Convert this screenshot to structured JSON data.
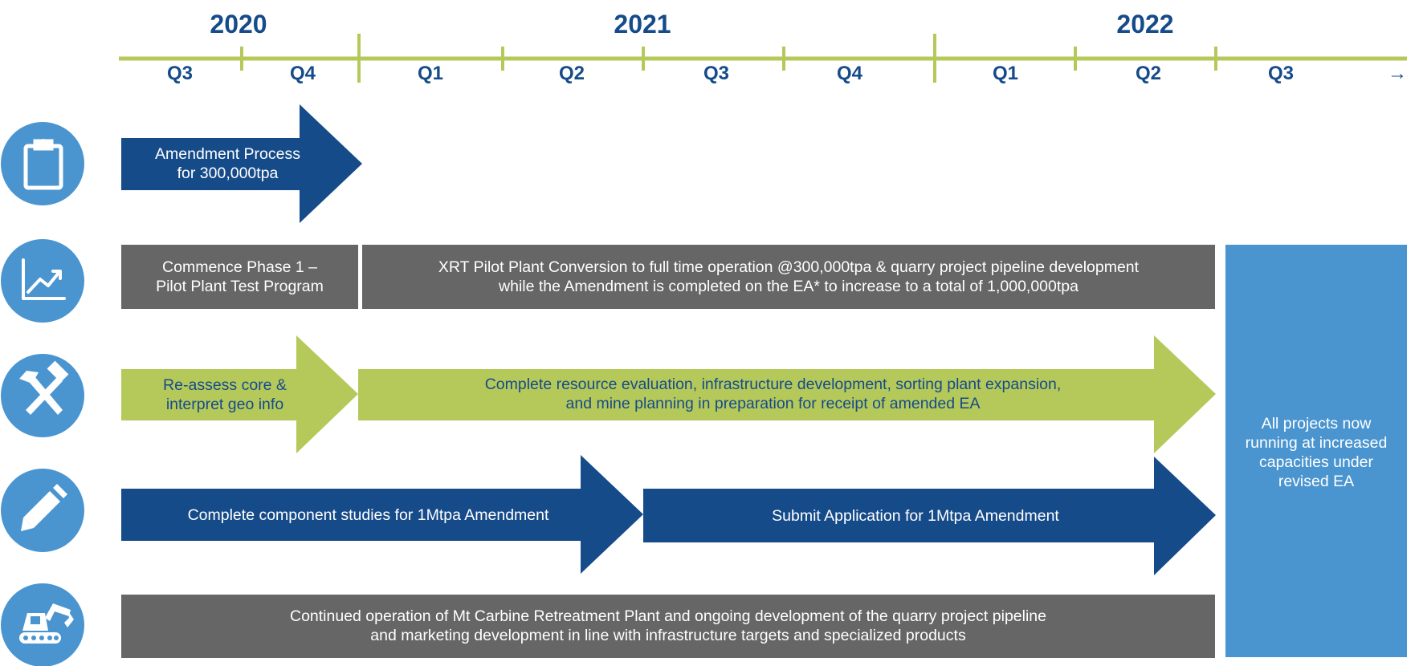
{
  "timeline": {
    "years": [
      "2020",
      "2021",
      "2022"
    ],
    "quarters": [
      "Q3",
      "Q4",
      "Q1",
      "Q2",
      "Q3",
      "Q4",
      "Q1",
      "Q2",
      "Q3"
    ],
    "end_arrow": "→"
  },
  "rows": {
    "approvals": {
      "icon": "clipboard-icon",
      "bar": [
        "Amendment Process",
        "for 300,000tpa"
      ]
    },
    "operations": {
      "icon": "trending-chart-icon",
      "bar1": [
        "Commence Phase 1 –",
        "Pilot Plant Test Program"
      ],
      "bar2": [
        "XRT Pilot Plant Conversion to full time operation @300,000tpa & quarry project pipeline development",
        "while the Amendment is completed on the EA* to increase to a total of 1,000,000tpa"
      ]
    },
    "geology": {
      "icon": "hammer-pick-icon",
      "arrow1": [
        "Re-assess core &",
        "interpret geo info"
      ],
      "arrow2": [
        "Complete resource evaluation, infrastructure development, sorting plant expansion,",
        "and mine planning in preparation for receipt of amended EA"
      ]
    },
    "studies": {
      "icon": "pencil-icon",
      "arrow1": "Complete component studies for 1Mtpa Amendment",
      "arrow2": "Submit Application for 1Mtpa Amendment"
    },
    "retreatment": {
      "icon": "excavator-icon",
      "bar": [
        "Continued operation of Mt Carbine Retreatment Plant and ongoing development of the quarry project pipeline",
        "and marketing development in line with infrastructure targets and specialized products"
      ]
    }
  },
  "outcome": [
    "All projects now",
    "running  at increased",
    "capacities under",
    "revised EA"
  ],
  "colors": {
    "navy": "#164b8a",
    "green": "#b5c95a",
    "grey": "#666666",
    "light_blue": "#4a95d0",
    "icon_circle": "#4a95d0"
  }
}
